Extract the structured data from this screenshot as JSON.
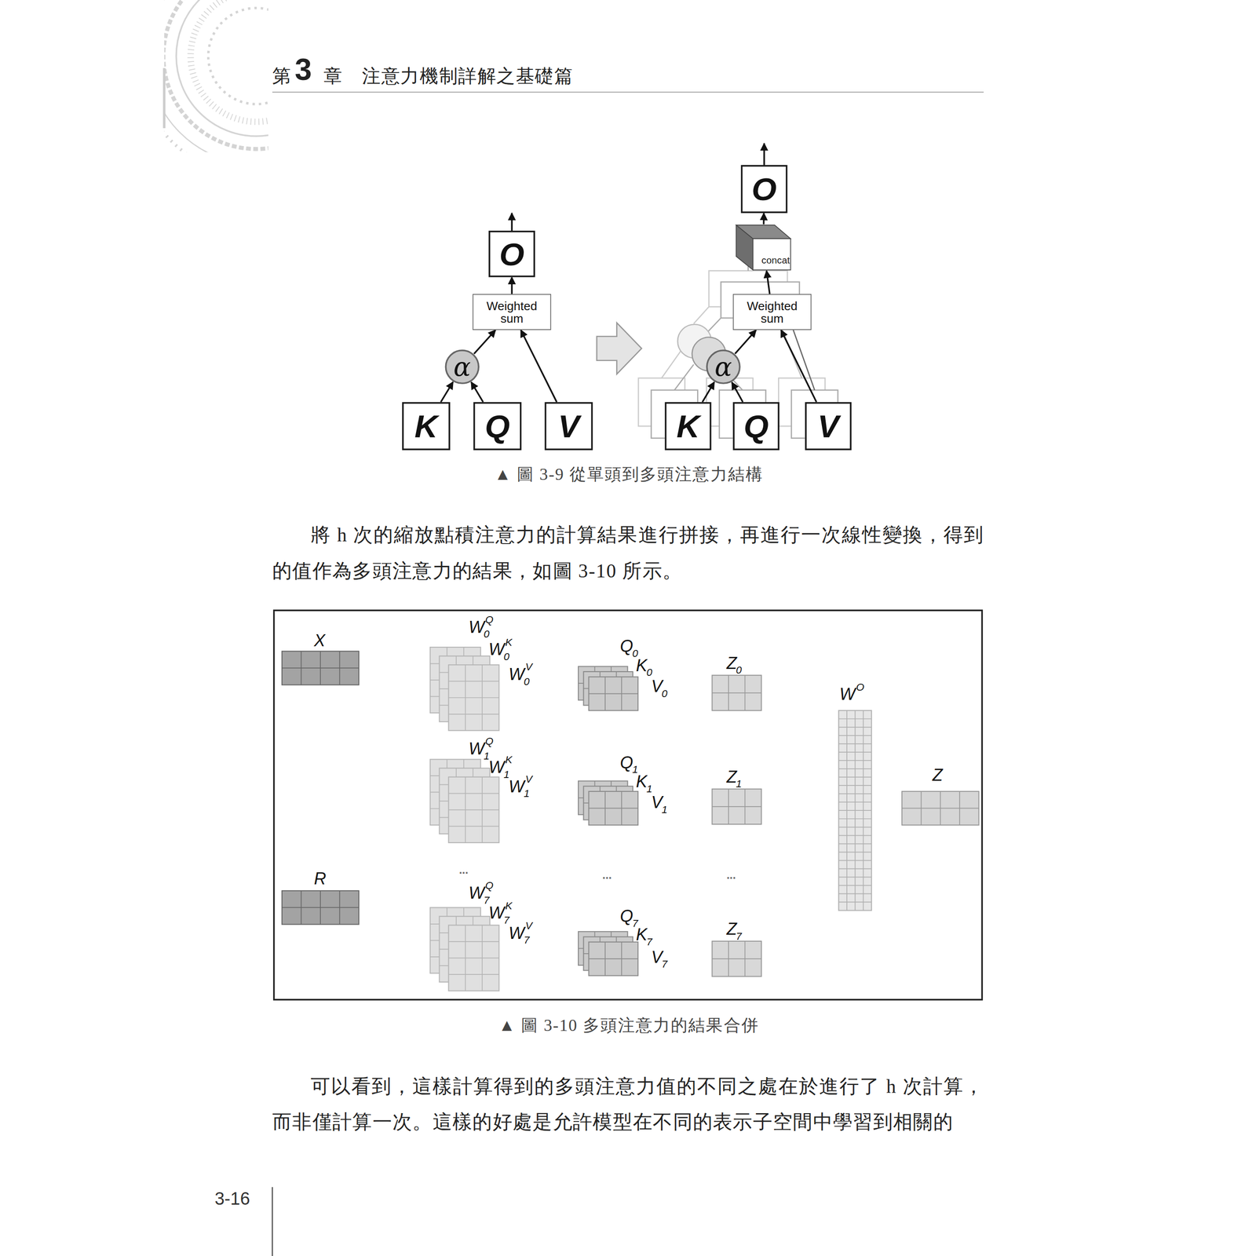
{
  "diagram": {
    "nodes": [
      {
        "text": [
          "K"
        ]
      },
      {
        "text": [
          "Q"
        ]
      },
      {
        "text": [
          "V"
        ]
      },
      {
        "text": [
          "α"
        ]
      },
      {
        "text": [
          "Weighted sum"
        ]
      },
      {
        "text": [
          "O"
        ]
      },
      {
        "text": [
          "K"
        ]
      },
      {
        "text": [
          "Q"
        ]
      },
      {
        "text": [
          "V"
        ]
      },
      {
        "text": [
          "α"
        ]
      },
      {
        "text": [
          "Weighted sum"
        ]
      },
      {
        "text": [
          "concat"
        ]
      },
      {
        "text": [
          "O"
        ]
      }
    ],
    "edges": [
      {
        "from": 0,
        "to": 3,
        "arrow": "to"
      },
      {
        "from": 1,
        "to": 3,
        "arrow": "to"
      },
      {
        "from": 3,
        "to": 4,
        "arrow": "to"
      },
      {
        "from": 2,
        "to": 4,
        "arrow": "to"
      },
      {
        "from": 4,
        "to": 5,
        "arrow": "to"
      },
      {
        "from": 6,
        "to": 9,
        "arrow": "to"
      },
      {
        "from": 7,
        "to": 9,
        "arrow": "to"
      },
      {
        "from": 9,
        "to": 10,
        "arrow": "to"
      },
      {
        "from": 8,
        "to": 10,
        "arrow": "to"
      },
      {
        "from": 10,
        "to": 11,
        "arrow": "to"
      },
      {
        "from": 11,
        "to": 12,
        "arrow": "to"
      }
    ],
    "labels": [
      "第",
      "3",
      "章",
      "注意力機制詳解之基礎篇",
      "▲ 圖 3-9 從單頭到多頭注意力結構",
      "將 h 次的縮放點積注意力的計算結果進行拼接，再進行一次線性變換，得到的值作為多頭注意力的結果，如圖 3-10 所示。",
      "X",
      "W",
      "0",
      "Q",
      "W",
      "0",
      "K",
      "W",
      "0",
      "V",
      "Q",
      "0",
      "K",
      "0",
      "V",
      "0",
      "Z",
      "0",
      "W",
      "O",
      "W",
      "1",
      "Q",
      "W",
      "1",
      "K",
      "W",
      "1",
      "V",
      "Q",
      "1",
      "K",
      "1",
      "V",
      "1",
      "Z",
      "1",
      "Z",
      "R",
      "...",
      "...",
      "...",
      "W",
      "7",
      "Q",
      "W",
      "7",
      "K",
      "W",
      "7",
      "V",
      "Q",
      "7",
      "K",
      "7",
      "V",
      "7",
      "Z",
      "7",
      "▲ 圖 3-10 多頭注意力的結果合併",
      "可以看到，這樣計算得到的多頭注意力值的不同之處在於進行了 h 次計算，而非僅計算一次。這樣的好處是允許模型在不同的表示子空間中學習到相關的",
      "3-16"
    ]
  }
}
